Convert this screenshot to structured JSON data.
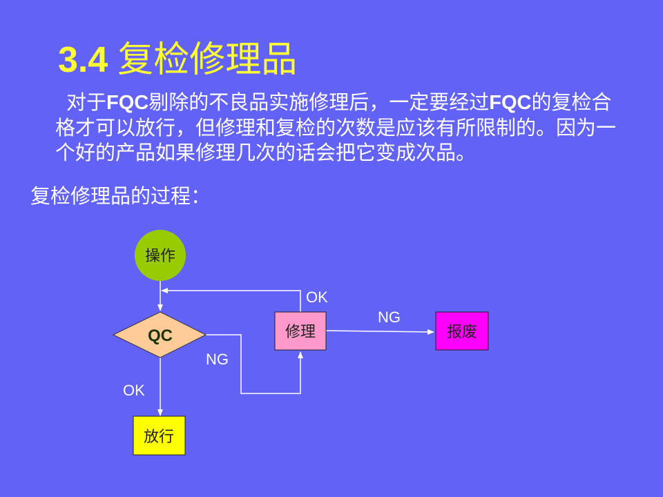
{
  "title": {
    "number": "3.4",
    "text": "复检修理品"
  },
  "paragraph": {
    "p1": "对于",
    "fqc1": "FQC",
    "p2": "剔除的不良品实施修理后，一定要经过",
    "fqc2": "FQC",
    "p3": "的复检合格才可以放行，但修理和复检的次数是应该有所限制的。因为一个好的产品如果修理几次的话会把它变成次品。"
  },
  "subtitle": "复检修理品的过程：",
  "flowchart": {
    "nodes": {
      "operate": {
        "label": "操作",
        "shape": "circle",
        "color": "#99cc00"
      },
      "qc": {
        "label": "QC",
        "shape": "diamond",
        "color": "#ffcc99"
      },
      "repair": {
        "label": "修理",
        "shape": "rect",
        "color": "#ff99cc"
      },
      "scrap": {
        "label": "报废",
        "shape": "rect",
        "color": "#ff00ff"
      },
      "release": {
        "label": "放行",
        "shape": "rect",
        "color": "#ffff00"
      }
    },
    "edges": {
      "repair_ok": "OK",
      "repair_ng": "NG",
      "qc_ng": "NG",
      "qc_ok": "OK"
    }
  },
  "colors": {
    "background": "#6262f6",
    "title": "#ffff33",
    "text": "#ffffff",
    "lines": "#ffffff"
  }
}
